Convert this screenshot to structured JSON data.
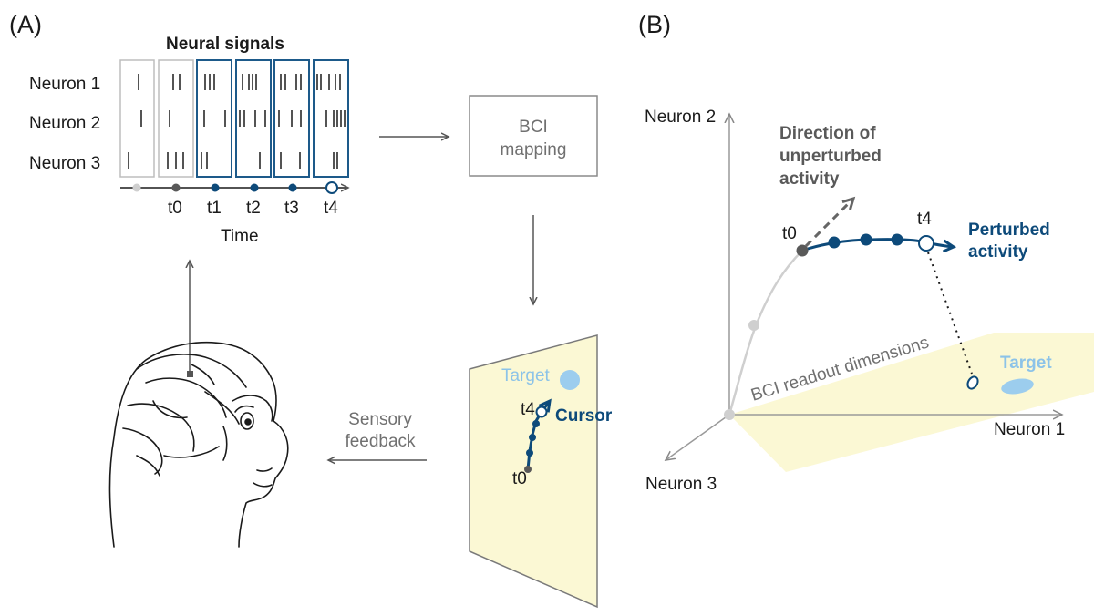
{
  "panelA": {
    "label": "(A)",
    "neural_signals_title": "Neural signals",
    "neurons": [
      "Neuron 1",
      "Neuron 2",
      "Neuron 3"
    ],
    "time_ticks": [
      "t0",
      "t1",
      "t2",
      "t3",
      "t4"
    ],
    "time_label": "Time",
    "bci_mapping_line1": "BCI",
    "bci_mapping_line2": "mapping",
    "target_label": "Target",
    "cursor_label": "Cursor",
    "cursor_t4": "t4",
    "cursor_t0": "t0",
    "sensory_feedback_line1": "Sensory",
    "sensory_feedback_line2": "feedback"
  },
  "panelB": {
    "label": "(B)",
    "neuron2_axis": "Neuron 2",
    "neuron1_axis": "Neuron 1",
    "neuron3_axis": "Neuron 3",
    "unperturbed_line1": "Direction of",
    "unperturbed_line2": "unperturbed",
    "unperturbed_line3": "activity",
    "perturbed_line1": "Perturbed",
    "perturbed_line2": "activity",
    "t0_label": "t0",
    "t4_label": "t4",
    "readout_label": "BCI readout dimensions",
    "target_label": "Target"
  },
  "colors": {
    "blue": "#0d4a7a",
    "light_blue": "#8cc3e8",
    "gray": "#595959",
    "light_gray": "#c8c8c8",
    "yellow_plane": "#fbf8d4"
  }
}
